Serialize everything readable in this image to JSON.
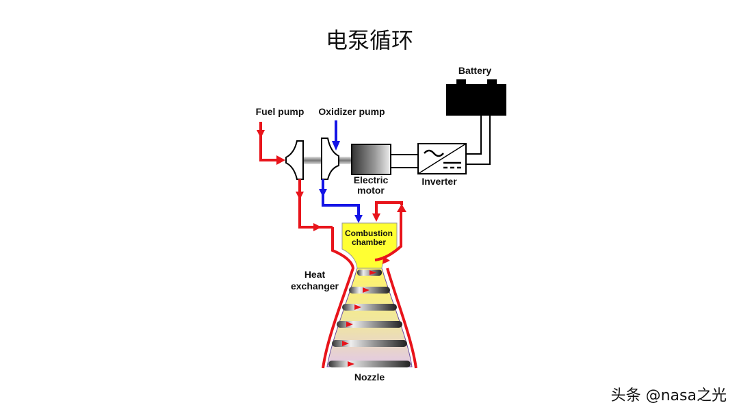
{
  "title": "电泵循环",
  "watermark": "头条 @nasa之光",
  "labels": {
    "fuel_pump": "Fuel pump",
    "oxidizer_pump": "Oxidizer pump",
    "battery": "Battery",
    "electric_motor_line1": "Electric",
    "electric_motor_line2": "motor",
    "inverter": "Inverter",
    "combustion_line1": "Combustion",
    "combustion_line2": "chamber",
    "heat_exchanger_line1": "Heat",
    "heat_exchanger_line2": "exchanger",
    "nozzle": "Nozzle"
  },
  "colors": {
    "fuel_line": "#e8141b",
    "oxidizer_line": "#1414e6",
    "combustion_fill": "#ffff33",
    "battery": "#000000"
  }
}
